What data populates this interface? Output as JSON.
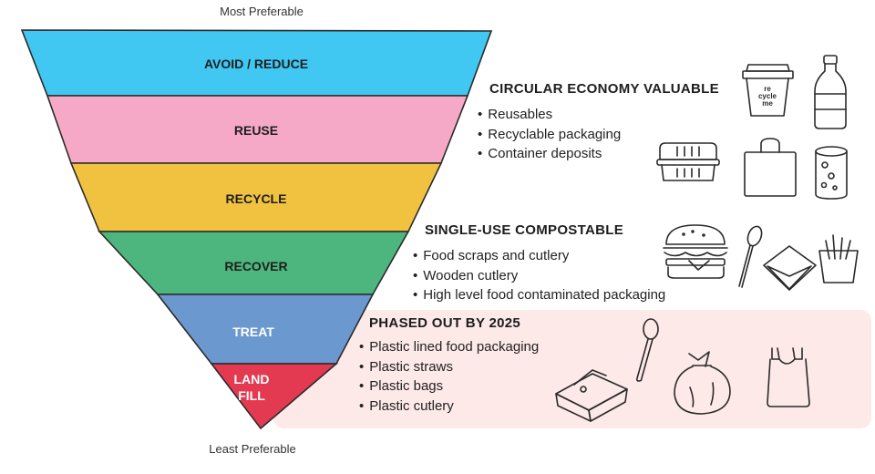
{
  "pyramid": {
    "top_caption": "Most Preferable",
    "bottom_caption": "Least Preferable",
    "tiers": [
      {
        "label": "AVOID / REDUCE",
        "color": "#40c7f2",
        "text_color": "#1e1e1e"
      },
      {
        "label": "REUSE",
        "color": "#f6a9c6",
        "text_color": "#1e1e1e"
      },
      {
        "label": "RECYCLE",
        "color": "#f1c23f",
        "text_color": "#1e1e1e"
      },
      {
        "label": "RECOVER",
        "color": "#4db67e",
        "text_color": "#1e1e1e"
      },
      {
        "label": "TREAT",
        "color": "#6c98d0",
        "text_color": "#ffffff"
      },
      {
        "label_line1": "LAND",
        "label_line2": "FILL",
        "color": "#e33a52",
        "text_color": "#ffffff"
      }
    ]
  },
  "sections": {
    "circular": {
      "title": "CIRCULAR ECONOMY VALUABLE",
      "items": [
        "Reusables",
        "Recyclable packaging",
        "Container deposits"
      ]
    },
    "compostable": {
      "title": "SINGLE-USE COMPOSTABLE",
      "items": [
        "Food scraps and cutlery",
        "Wooden cutlery",
        "High level food contaminated packaging"
      ]
    },
    "phased": {
      "title": "PHASED OUT BY 2025",
      "items": [
        "Plastic lined food packaging",
        "Plastic straws",
        "Plastic bags",
        "Plastic cutlery"
      ],
      "panel_color": "#fde9e8"
    }
  },
  "icons": {
    "cup_text": [
      "re",
      "cycle",
      "me"
    ],
    "names": [
      "reusable-cup-icon",
      "plastic-bottle-icon",
      "takeaway-container-icon",
      "shopping-bag-icon",
      "drink-can-icon",
      "burger-icon",
      "wooden-spoon-icon",
      "sandwich-wrap-icon",
      "fries-icon",
      "food-box-icon",
      "plastic-spoon-icon",
      "garbage-bag-icon",
      "plastic-bag-icon"
    ]
  }
}
